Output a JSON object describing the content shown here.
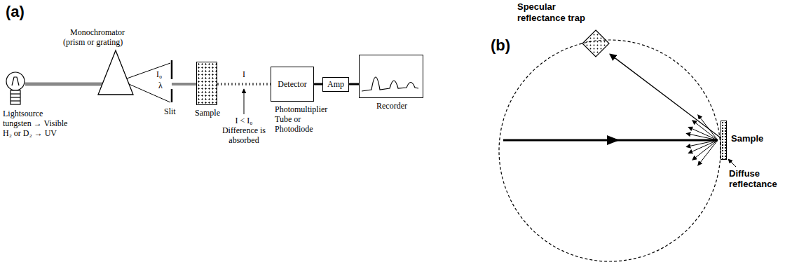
{
  "diagram": {
    "nodes": [
      {
        "text": [
          "Sample"
        ]
      },
      {
        "text": [
          "Detector"
        ]
      },
      {
        "text": [
          "Amp"
        ]
      },
      {
        "text": [
          "Recorder"
        ]
      },
      {
        "text": [
          "Specular reflectance trap"
        ]
      },
      {
        "text": [
          "Sample"
        ]
      }
    ],
    "edges": [
      {
        "from": 0,
        "to": 1,
        "arrow": "none",
        "label": "I"
      },
      {
        "from": 1,
        "to": 2,
        "arrow": "none"
      },
      {
        "from": 2,
        "to": 3,
        "arrow": "none"
      },
      {
        "from": 5,
        "to": 4,
        "arrow": "to"
      }
    ],
    "labels": [
      "(a)",
      "Monochromator",
      "(prism or grating)",
      "I₀",
      "λ",
      "Slit",
      "Photomultiplier Tube or Photodiode",
      "Lightsource",
      "tungsten → Visible",
      "H₂ or D₂ → UV",
      "I < I₀",
      "Difference is absorbed",
      "(b)",
      "Diffuse reflectance"
    ]
  }
}
